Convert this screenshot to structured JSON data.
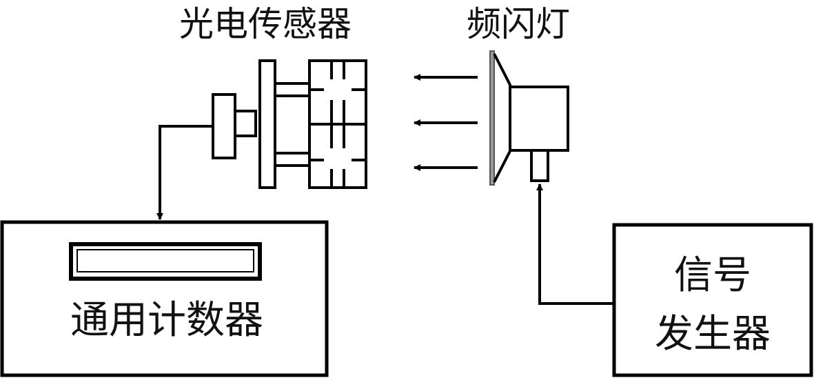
{
  "labels": {
    "sensor": "光电传感器",
    "strobe": "频闪灯",
    "counter": "通用计数器",
    "generator_line1": "信号",
    "generator_line2": "发生器"
  },
  "colors": {
    "stroke": "#000000",
    "background": "#ffffff",
    "text": "#111111"
  }
}
